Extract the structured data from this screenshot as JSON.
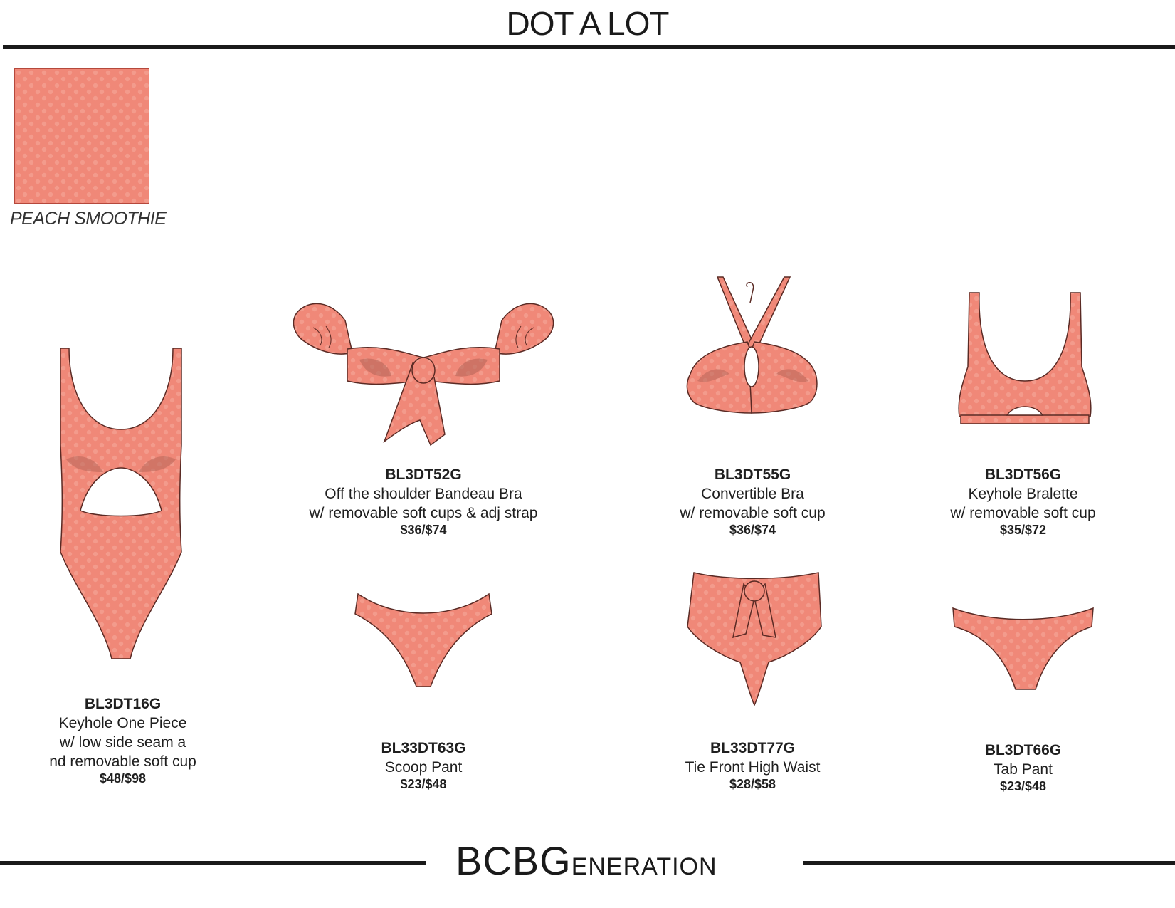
{
  "header": {
    "title": "DOT A LOT"
  },
  "swatch": {
    "label": "PEACH SMOOTHIE",
    "color": "#f08878",
    "dot_color": "#f39b8c",
    "outline_color": "#b5483c"
  },
  "products": [
    {
      "code": "BL3DT52G",
      "lines": [
        "Off the shoulder Bandeau Bra",
        "w/ removable soft cups & adj strap"
      ],
      "price": "$36/$74"
    },
    {
      "code": "BL3DT55G",
      "lines": [
        "Convertible Bra",
        "w/ removable soft cup"
      ],
      "price": "$36/$74"
    },
    {
      "code": "BL3DT56G",
      "lines": [
        "Keyhole Bralette",
        "w/ removable soft cup"
      ],
      "price": "$35/$72"
    },
    {
      "code": "BL3DT16G",
      "lines": [
        "Keyhole One Piece",
        "w/ low side seam a",
        "nd removable soft cup"
      ],
      "price": "$48/$98"
    },
    {
      "code": "BL33DT63G",
      "lines": [
        "Scoop Pant"
      ],
      "price": "$23/$48"
    },
    {
      "code": "BL33DT77G",
      "lines": [
        "Tie Front High Waist"
      ],
      "price": "$28/$58"
    },
    {
      "code": "BL3DT66G",
      "lines": [
        "Tab Pant"
      ],
      "price": "$23/$48"
    }
  ],
  "footer": {
    "brand_initials": "BCBG",
    "brand_tail": "ENERATION"
  }
}
